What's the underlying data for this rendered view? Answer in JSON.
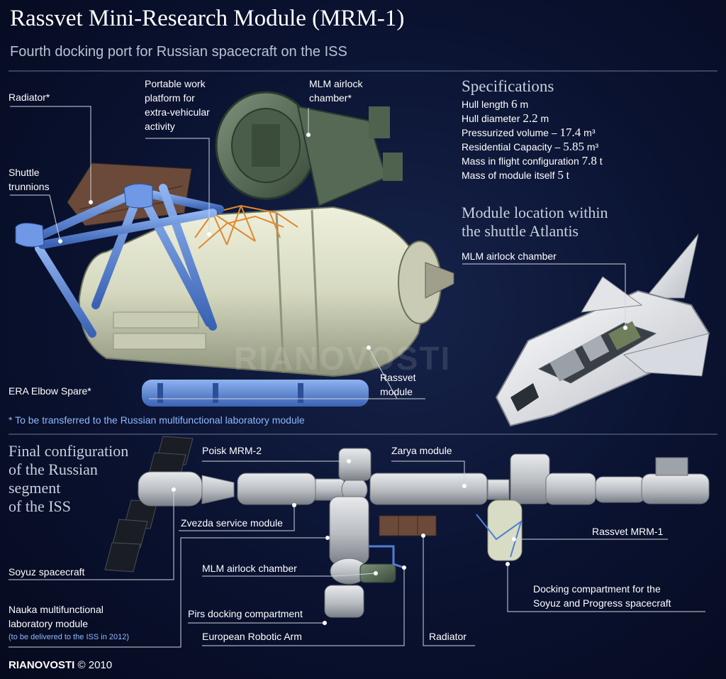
{
  "header": {
    "title": "Rassvet Mini-Research Module (MRM-1)",
    "subtitle": "Fourth docking port for Russian spacecraft on the ISS"
  },
  "module_labels": {
    "radiator": "Radiator*",
    "platform": [
      "Portable work",
      "platform for",
      "extra-vehicular",
      "activity"
    ],
    "mlm_airlock": [
      "MLM airlock",
      "chamber*"
    ],
    "shuttle_trunnions": [
      "Shuttle",
      "trunnions"
    ],
    "era_elbow": "ERA Elbow Spare*",
    "rassvet_module": [
      "Rassvet",
      "module"
    ]
  },
  "footnote": "* To be transferred to the Russian multifunctional laboratory module",
  "specifications": {
    "heading": "Specifications",
    "rows": [
      {
        "label": "Hull length",
        "value": "6",
        "unit": "m"
      },
      {
        "label": "Hull diameter",
        "value": "2.2",
        "unit": "m"
      },
      {
        "label": "Pressurized volume  –",
        "value": "17.4",
        "unit": "m³"
      },
      {
        "label": "Residential Capacity –",
        "value": "5.85",
        "unit": "m³"
      },
      {
        "label": "Mass in flight configuration",
        "value": "7.8",
        "unit": "t"
      },
      {
        "label": "Mass of module itself",
        "value": "5",
        "unit": "t"
      }
    ]
  },
  "shuttle_section": {
    "heading": [
      "Module location within",
      "the shuttle Atlantis"
    ],
    "mlm_label": "MLM airlock chamber"
  },
  "iss_section": {
    "heading": [
      "Final configuration",
      "of the Russian",
      "segment",
      "of the ISS"
    ],
    "labels": {
      "poisk": "Poisk MRM-2",
      "zarya": "Zarya module",
      "zvezda": "Zvezda service module",
      "rassvet": "Rassvet MRM-1",
      "soyuz": "Soyuz spacecraft",
      "mlm_airlock": "MLM airlock chamber",
      "docking": [
        "Docking compartment for the",
        "Soyuz and Progress spacecraft"
      ],
      "nauka": [
        "Nauka multifunctional",
        "laboratory module"
      ],
      "nauka_note": "(to be delivered to the ISS in 2012)",
      "pirs": "Pirs docking compartment",
      "era": "European Robotic Arm",
      "radiator": "Radiator"
    }
  },
  "watermark": "RIANOVOSTI",
  "brand": {
    "name": "RIANOVOSTI",
    "year": "© 2010"
  },
  "colors": {
    "background": "#0a1230",
    "module": "#d9dcc4",
    "frame": "#4f7fd6",
    "airlock": "#5a6e5a",
    "station": "#c4c8cc",
    "accent": "#8fb8ff"
  }
}
